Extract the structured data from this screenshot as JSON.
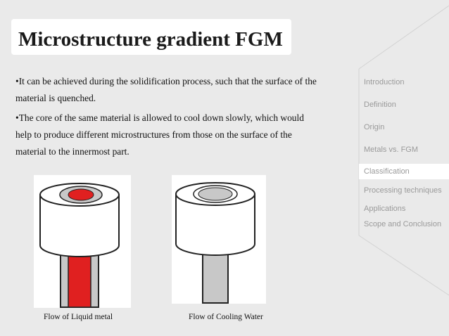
{
  "slide": {
    "title": "Microstructure gradient FGM",
    "bullets": [
      {
        "line1": "•It can be achieved during the solidification process, such that the surface of the",
        "line2": "material is quenched."
      },
      {
        "line1": "•The core of the same material is allowed to cool down slowly, which would",
        "line2": "help to produce different microstructures from those on the surface of the",
        "line3": "material to the innermost part."
      }
    ]
  },
  "figures": {
    "left_caption": "Flow of Liquid metal",
    "right_caption": "Flow of Cooling Water",
    "colors": {
      "liquid_metal": "#e02020",
      "cooling_water": "#c8c8c8",
      "cylinder_body": "#ffffff",
      "outline": "#222222"
    }
  },
  "nav": {
    "active_index": 4,
    "items": [
      {
        "label": "Introduction"
      },
      {
        "label": "Definition"
      },
      {
        "label": "Origin"
      },
      {
        "label": "Metals  vs. FGM"
      },
      {
        "label": "Classification"
      },
      {
        "label": "Processing techniques"
      },
      {
        "label": "Applications"
      },
      {
        "label": "Scope and Conclusion"
      }
    ]
  }
}
